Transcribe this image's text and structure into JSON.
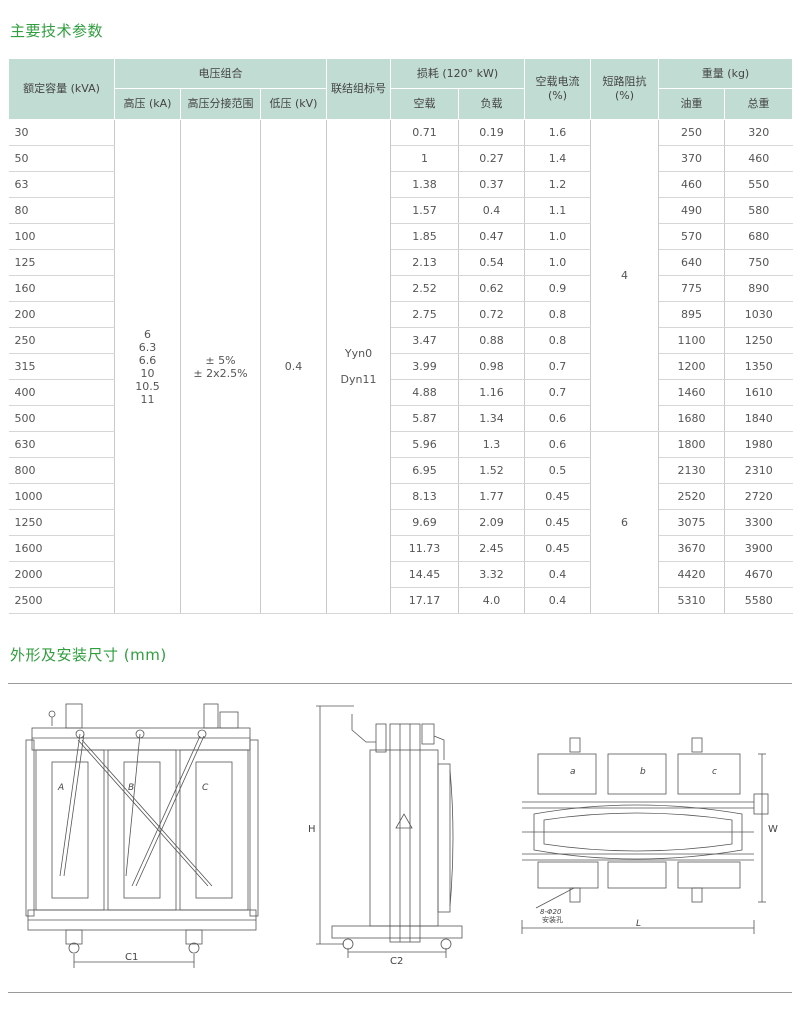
{
  "section1_title": "主要技术参数",
  "section2_title": "外形及安装尺寸 (mm)",
  "table": {
    "headers": {
      "capacity": "额定容量 (kVA)",
      "voltage_group": "电压组合",
      "hv": "高压 (kA)",
      "tap_range": "高压分接范围",
      "lv": "低压 (kV)",
      "vector_group": "联结组标号",
      "loss": "损耗 (120°  kW)",
      "no_load_loss": "空载",
      "load_loss": "负载",
      "no_load_current": "空载电流\n(%)",
      "impedance": "短路阻抗\n(%)",
      "weight": "重量 (kg)",
      "oil_weight": "油重",
      "total_weight": "总重"
    },
    "hv_values": "6\n6.3\n6.6\n10\n10.5\n11",
    "tap_values": "± 5%\n± 2x2.5%",
    "lv_value": "0.4",
    "vector_values": "Yyn0\n\nDyn11",
    "impedance_group1": "4",
    "impedance_group2": "6",
    "rows": [
      {
        "cap": "30",
        "nl": "0.71",
        "ll": "0.19",
        "cur": "1.6",
        "oil": "250",
        "total": "320"
      },
      {
        "cap": "50",
        "nl": "1",
        "ll": "0.27",
        "cur": "1.4",
        "oil": "370",
        "total": "460"
      },
      {
        "cap": "63",
        "nl": "1.38",
        "ll": "0.37",
        "cur": "1.2",
        "oil": "460",
        "total": "550"
      },
      {
        "cap": "80",
        "nl": "1.57",
        "ll": "0.4",
        "cur": "1.1",
        "oil": "490",
        "total": "580"
      },
      {
        "cap": "100",
        "nl": "1.85",
        "ll": "0.47",
        "cur": "1.0",
        "oil": "570",
        "total": "680"
      },
      {
        "cap": "125",
        "nl": "2.13",
        "ll": "0.54",
        "cur": "1.0",
        "oil": "640",
        "total": "750"
      },
      {
        "cap": "160",
        "nl": "2.52",
        "ll": "0.62",
        "cur": "0.9",
        "oil": "775",
        "total": "890"
      },
      {
        "cap": "200",
        "nl": "2.75",
        "ll": "0.72",
        "cur": "0.8",
        "oil": "895",
        "total": "1030"
      },
      {
        "cap": "250",
        "nl": "3.47",
        "ll": "0.88",
        "cur": "0.8",
        "oil": "1100",
        "total": "1250"
      },
      {
        "cap": "315",
        "nl": "3.99",
        "ll": "0.98",
        "cur": "0.7",
        "oil": "1200",
        "total": "1350"
      },
      {
        "cap": "400",
        "nl": "4.88",
        "ll": "1.16",
        "cur": "0.7",
        "oil": "1460",
        "total": "1610"
      },
      {
        "cap": "500",
        "nl": "5.87",
        "ll": "1.34",
        "cur": "0.6",
        "oil": "1680",
        "total": "1840"
      },
      {
        "cap": "630",
        "nl": "5.96",
        "ll": "1.3",
        "cur": "0.6",
        "oil": "1800",
        "total": "1980"
      },
      {
        "cap": "800",
        "nl": "6.95",
        "ll": "1.52",
        "cur": "0.5",
        "oil": "2130",
        "total": "2310"
      },
      {
        "cap": "1000",
        "nl": "8.13",
        "ll": "1.77",
        "cur": "0.45",
        "oil": "2520",
        "total": "2720"
      },
      {
        "cap": "1250",
        "nl": "9.69",
        "ll": "2.09",
        "cur": "0.45",
        "oil": "3075",
        "total": "3300"
      },
      {
        "cap": "1600",
        "nl": "11.73",
        "ll": "2.45",
        "cur": "0.45",
        "oil": "3670",
        "total": "3900"
      },
      {
        "cap": "2000",
        "nl": "14.45",
        "ll": "3.32",
        "cur": "0.4",
        "oil": "4420",
        "total": "4670"
      },
      {
        "cap": "2500",
        "nl": "17.17",
        "ll": "4.0",
        "cur": "0.4",
        "oil": "5310",
        "total": "5580"
      }
    ]
  },
  "drawings": {
    "front": {
      "dim_label": "C1",
      "phase_labels": [
        "A",
        "B",
        "C"
      ]
    },
    "side": {
      "height_label": "H",
      "dim_label": "C2"
    },
    "top": {
      "width_label": "W",
      "length_label": "L",
      "phase_labels": [
        "a",
        "b",
        "c"
      ],
      "note_line1": "8-Φ20",
      "note_line2": "安装孔"
    }
  }
}
